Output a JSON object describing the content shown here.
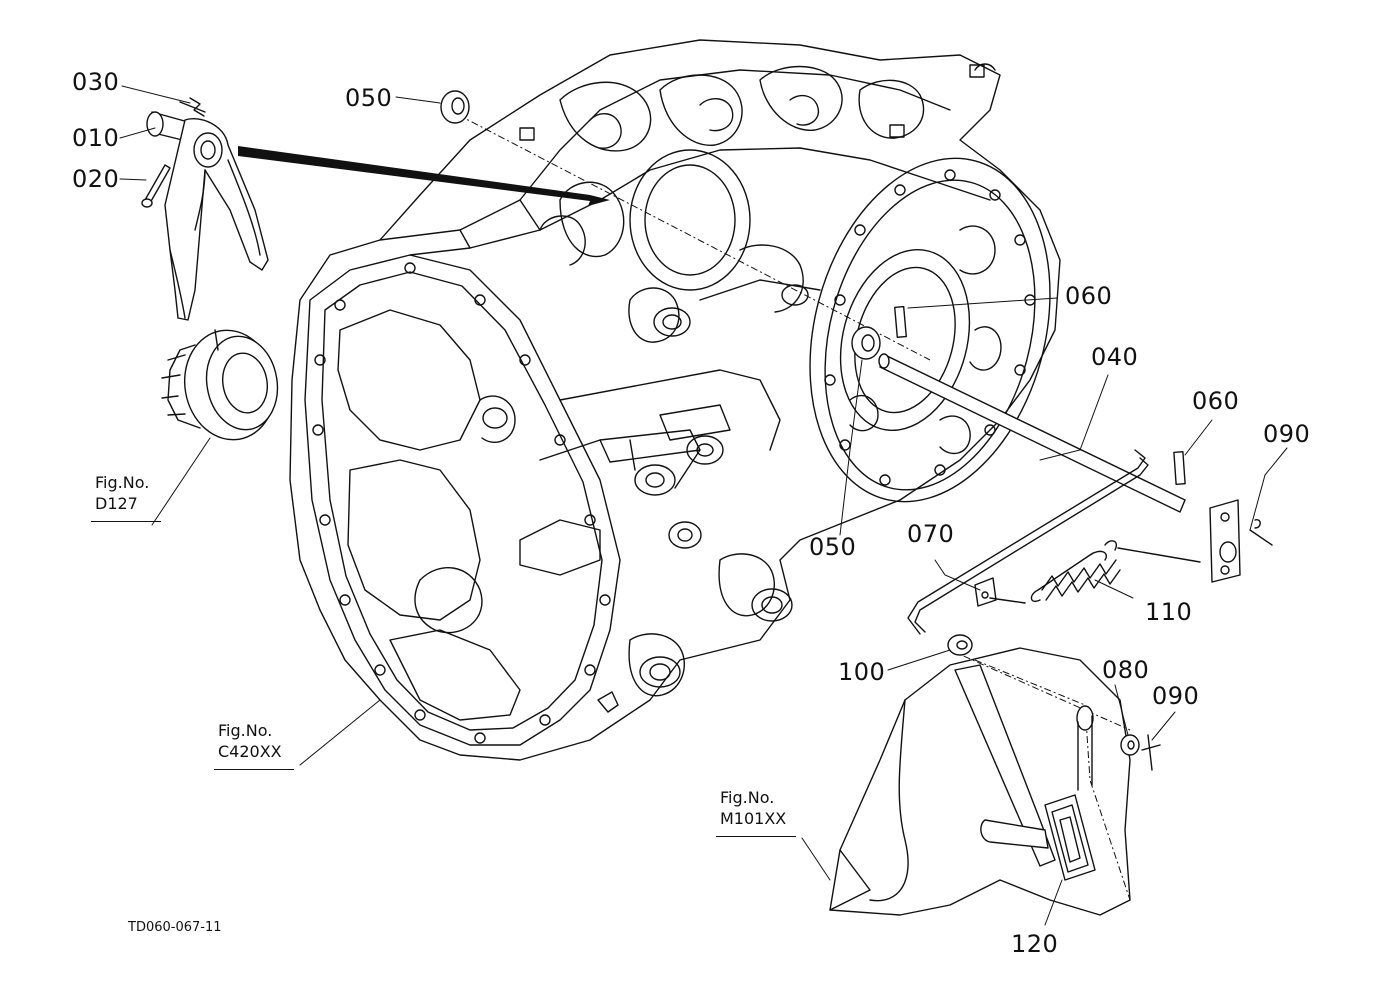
{
  "drawing": {
    "part_labels": [
      {
        "key": "p030",
        "text": "030"
      },
      {
        "key": "p010",
        "text": "010"
      },
      {
        "key": "p020",
        "text": "020"
      },
      {
        "key": "p050a",
        "text": "050"
      },
      {
        "key": "p060a",
        "text": "060"
      },
      {
        "key": "p040",
        "text": "040"
      },
      {
        "key": "p060b",
        "text": "060"
      },
      {
        "key": "p090a",
        "text": "090"
      },
      {
        "key": "p050b",
        "text": "050"
      },
      {
        "key": "p070",
        "text": "070"
      },
      {
        "key": "p110",
        "text": "110"
      },
      {
        "key": "p100",
        "text": "100"
      },
      {
        "key": "p080",
        "text": "080"
      },
      {
        "key": "p090b",
        "text": "090"
      },
      {
        "key": "p120",
        "text": "120"
      }
    ],
    "figure_refs": [
      {
        "key": "d127",
        "title": "Fig.No.",
        "code": "D127"
      },
      {
        "key": "c420",
        "title": "Fig.No.",
        "code": "C420XX"
      },
      {
        "key": "m101",
        "title": "Fig.No.",
        "code": "M101XX"
      }
    ],
    "drawing_code": "TD060-067-11"
  }
}
